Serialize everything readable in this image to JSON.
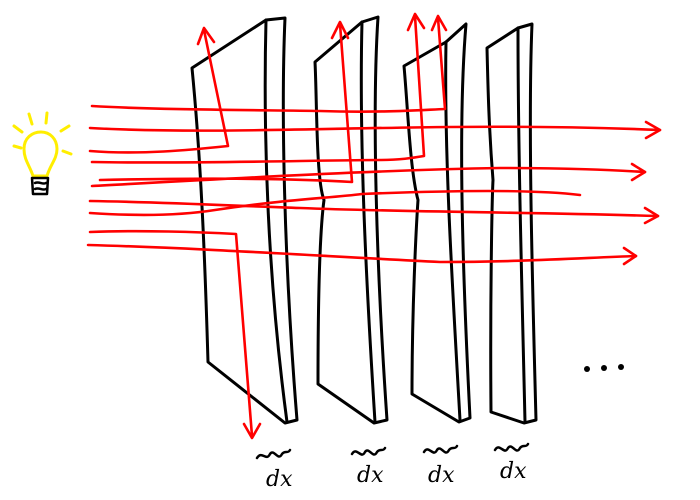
{
  "colors": {
    "ray": "#ff0000",
    "bulb": "#ffee00",
    "slab": "#000000"
  },
  "icons": {
    "light_source": "light-bulb-icon"
  },
  "layer_labels": [
    "dx",
    "dx",
    "dx",
    "dx"
  ],
  "continuation": "..."
}
